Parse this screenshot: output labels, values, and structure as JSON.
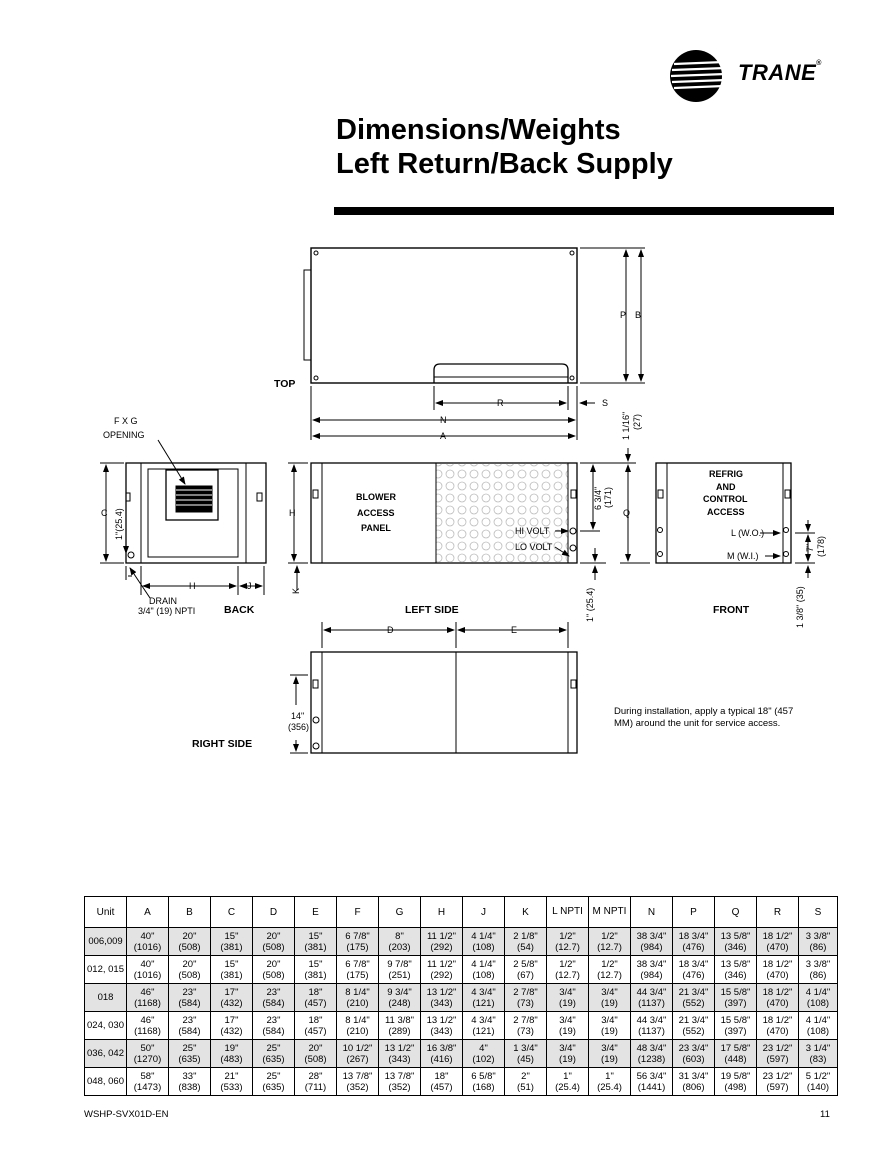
{
  "header": {
    "brand": "TRANE"
  },
  "title": {
    "line1": "Dimensions/Weights",
    "line2": "Left Return/Back Supply"
  },
  "drawing": {
    "views": {
      "top": "TOP",
      "back": "BACK",
      "left_side": "LEFT SIDE",
      "front": "FRONT",
      "right_side": "RIGHT SIDE"
    },
    "labels": {
      "fxg": "F X G",
      "opening": "OPENING",
      "blower1": "BLOWER",
      "blower2": "ACCESS",
      "blower3": "PANEL",
      "hivolt": "HI VOLT",
      "lovolt": "LO VOLT",
      "refrig1": "REFRIG",
      "refrig2": "AND",
      "refrig3": "CONTROL",
      "refrig4": "ACCESS",
      "lwo": "L (W.O.)",
      "mwi": "M (W.I.)",
      "drain1": "DRAIN",
      "drain2": "3/4\" (19) NPTI"
    },
    "dims": {
      "P": "P",
      "B": "B",
      "R": "R",
      "S": "S",
      "N": "N",
      "A": "A",
      "C": "C",
      "H": "H",
      "J": "J",
      "K": "K",
      "Q": "Q",
      "D": "D",
      "E": "E",
      "d1_1_16": "1 1/16\"",
      "d27": "(27)",
      "d6_3_4": "6 3/4\"",
      "d171": "(171)",
      "d1in": "1\"(25.4)",
      "d1in_b": "1\" (25.4)",
      "d7": "7\"",
      "d178": "(178)",
      "d1_3_8": "1 3/8\" (35)",
      "d14": "14\"",
      "d356": "(356)"
    }
  },
  "note": "During installation, apply a typical 18\" (457 MM) around the unit for service access.",
  "table": {
    "headers": [
      "Unit",
      "A",
      "B",
      "C",
      "D",
      "E",
      "F",
      "G",
      "H",
      "J",
      "K",
      "L NPTI",
      "M NPTI",
      "N",
      "P",
      "Q",
      "R",
      "S"
    ],
    "rows": [
      {
        "unit": "006,009",
        "vals": [
          [
            "40\"",
            "(1016)"
          ],
          [
            "20\"",
            "(508)"
          ],
          [
            "15\"",
            "(381)"
          ],
          [
            "20\"",
            "(508)"
          ],
          [
            "15\"",
            "(381)"
          ],
          [
            "6 7/8\"",
            "(175)"
          ],
          [
            "8\"",
            "(203)"
          ],
          [
            "11 1/2\"",
            "(292)"
          ],
          [
            "4 1/4\"",
            "(108)"
          ],
          [
            "2 1/8\"",
            "(54)"
          ],
          [
            "1/2\"",
            "(12.7)"
          ],
          [
            "1/2\"",
            "(12.7)"
          ],
          [
            "38 3/4\"",
            "(984)"
          ],
          [
            "18 3/4\"",
            "(476)"
          ],
          [
            "13 5/8\"",
            "(346)"
          ],
          [
            "18 1/2\"",
            "(470)"
          ],
          [
            "3 3/8\"",
            "(86)"
          ]
        ]
      },
      {
        "unit": "012, 015",
        "vals": [
          [
            "40\"",
            "(1016)"
          ],
          [
            "20\"",
            "(508)"
          ],
          [
            "15\"",
            "(381)"
          ],
          [
            "20\"",
            "(508)"
          ],
          [
            "15\"",
            "(381)"
          ],
          [
            "6 7/8\"",
            "(175)"
          ],
          [
            "9 7/8\"",
            "(251)"
          ],
          [
            "11 1/2\"",
            "(292)"
          ],
          [
            "4 1/4\"",
            "(108)"
          ],
          [
            "2 5/8\"",
            "(67)"
          ],
          [
            "1/2\"",
            "(12.7)"
          ],
          [
            "1/2\"",
            "(12.7)"
          ],
          [
            "38 3/4\"",
            "(984)"
          ],
          [
            "18 3/4\"",
            "(476)"
          ],
          [
            "13 5/8\"",
            "(346)"
          ],
          [
            "18 1/2\"",
            "(470)"
          ],
          [
            "3 3/8\"",
            "(86)"
          ]
        ]
      },
      {
        "unit": "018",
        "vals": [
          [
            "46\"",
            "(1168)"
          ],
          [
            "23\"",
            "(584)"
          ],
          [
            "17\"",
            "(432)"
          ],
          [
            "23\"",
            "(584)"
          ],
          [
            "18\"",
            "(457)"
          ],
          [
            "8 1/4\"",
            "(210)"
          ],
          [
            "9 3/4\"",
            "(248)"
          ],
          [
            "13 1/2\"",
            "(343)"
          ],
          [
            "4 3/4\"",
            "(121)"
          ],
          [
            "2 7/8\"",
            "(73)"
          ],
          [
            "3/4\"",
            "(19)"
          ],
          [
            "3/4\"",
            "(19)"
          ],
          [
            "44 3/4\"",
            "(1137)"
          ],
          [
            "21 3/4\"",
            "(552)"
          ],
          [
            "15 5/8\"",
            "(397)"
          ],
          [
            "18 1/2\"",
            "(470)"
          ],
          [
            "4 1/4\"",
            "(108)"
          ]
        ]
      },
      {
        "unit": "024, 030",
        "vals": [
          [
            "46\"",
            "(1168)"
          ],
          [
            "23\"",
            "(584)"
          ],
          [
            "17\"",
            "(432)"
          ],
          [
            "23\"",
            "(584)"
          ],
          [
            "18\"",
            "(457)"
          ],
          [
            "8 1/4\"",
            "(210)"
          ],
          [
            "11 3/8\"",
            "(289)"
          ],
          [
            "13 1/2\"",
            "(343)"
          ],
          [
            "4 3/4\"",
            "(121)"
          ],
          [
            "2 7/8\"",
            "(73)"
          ],
          [
            "3/4\"",
            "(19)"
          ],
          [
            "3/4\"",
            "(19)"
          ],
          [
            "44 3/4\"",
            "(1137)"
          ],
          [
            "21 3/4\"",
            "(552)"
          ],
          [
            "15 5/8\"",
            "(397)"
          ],
          [
            "18 1/2\"",
            "(470)"
          ],
          [
            "4 1/4\"",
            "(108)"
          ]
        ]
      },
      {
        "unit": "036, 042",
        "vals": [
          [
            "50\"",
            "(1270)"
          ],
          [
            "25\"",
            "(635)"
          ],
          [
            "19\"",
            "(483)"
          ],
          [
            "25\"",
            "(635)"
          ],
          [
            "20\"",
            "(508)"
          ],
          [
            "10 1/2\"",
            "(267)"
          ],
          [
            "13 1/2\"",
            "(343)"
          ],
          [
            "16 3/8\"",
            "(416)"
          ],
          [
            "4\"",
            "(102)"
          ],
          [
            "1 3/4\"",
            "(45)"
          ],
          [
            "3/4\"",
            "(19)"
          ],
          [
            "3/4\"",
            "(19)"
          ],
          [
            "48 3/4\"",
            "(1238)"
          ],
          [
            "23 3/4\"",
            "(603)"
          ],
          [
            "17 5/8\"",
            "(448)"
          ],
          [
            "23 1/2\"",
            "(597)"
          ],
          [
            "3 1/4\"",
            "(83)"
          ]
        ]
      },
      {
        "unit": "048, 060",
        "vals": [
          [
            "58\"",
            "(1473)"
          ],
          [
            "33\"",
            "(838)"
          ],
          [
            "21\"",
            "(533)"
          ],
          [
            "25\"",
            "(635)"
          ],
          [
            "28\"",
            "(711)"
          ],
          [
            "13 7/8\"",
            "(352)"
          ],
          [
            "13 7/8\"",
            "(352)"
          ],
          [
            "18\"",
            "(457)"
          ],
          [
            "6 5/8\"",
            "(168)"
          ],
          [
            "2\"",
            "(51)"
          ],
          [
            "1\"",
            "(25.4)"
          ],
          [
            "1\"",
            "(25.4)"
          ],
          [
            "56 3/4\"",
            "(1441)"
          ],
          [
            "31 3/4\"",
            "(806)"
          ],
          [
            "19 5/8\"",
            "(498)"
          ],
          [
            "23 1/2\"",
            "(597)"
          ],
          [
            "5 1/2\"",
            "(140)"
          ]
        ]
      }
    ]
  },
  "footer": {
    "doc_id": "WSHP-SVX01D-EN",
    "page": "11"
  }
}
